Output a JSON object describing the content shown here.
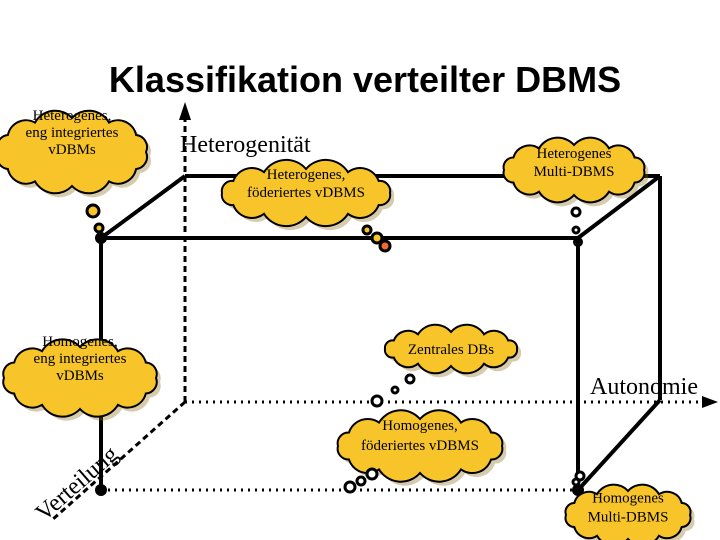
{
  "title": "Klassifikation verteilter DBMS",
  "axes": {
    "heterogeneity": "Heterogenität",
    "autonomy": "Autonomie",
    "distribution": "Verteilung"
  },
  "clouds": [
    {
      "id": "het-tight",
      "lines": [
        "Heterogenes,",
        "eng integriertes",
        "vDBMs"
      ]
    },
    {
      "id": "het-fed",
      "lines": [
        "Heterogenes,",
        "föderiertes vDBMS"
      ]
    },
    {
      "id": "het-multi",
      "lines": [
        "Heterogenes",
        "Multi-DBMS"
      ]
    },
    {
      "id": "central",
      "lines": [
        "Zentrales DBs"
      ]
    },
    {
      "id": "hom-tight",
      "lines": [
        "Homogenes,",
        "eng integriertes",
        "vDBMs"
      ]
    },
    {
      "id": "hom-fed",
      "lines": [
        "Homogenes,",
        "föderiertes vDBMS"
      ]
    },
    {
      "id": "hom-multi",
      "lines": [
        "Homogenes",
        "Multi-DBMS"
      ]
    }
  ],
  "colors": {
    "cloud_fill": "#f7c52a",
    "cloud_stroke": "#000000",
    "point_fill": "#ef6a32",
    "axis": "#000000"
  }
}
